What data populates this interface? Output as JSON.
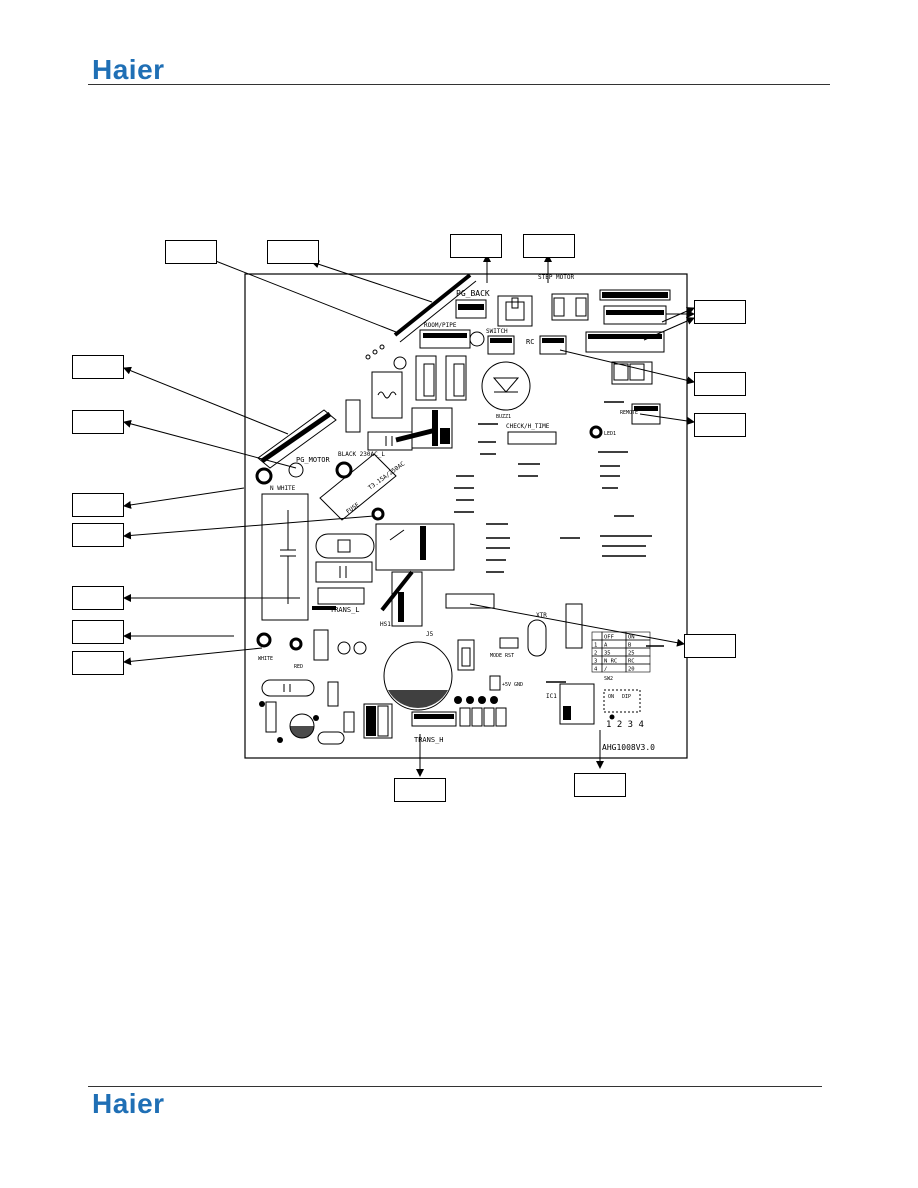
{
  "header": {
    "brand": "Haier"
  },
  "footer": {
    "brand": "Haier"
  },
  "colors": {
    "brand": "#1f6fb5",
    "line": "#000000"
  },
  "board": {
    "labels": {
      "pg_back": "PG_BACK",
      "room_pipe": "ROOM/PIPE",
      "step_motor": "STEP MOTOR",
      "switch": "SWITCH",
      "rc": "RC",
      "pg_motor": "PG_MOTOR",
      "black_230": "BLACK 230AC_L",
      "fuse": "FUSE",
      "t3_15a": "T3.15A/250AC",
      "trans_l": "TRANS_L",
      "trans_h": "TRANS_H",
      "check_h_time": "CHECK/H_TIME",
      "remote": "REMOTE",
      "led1": "LED1",
      "buzz1": "BUZZ1",
      "mode_rst": "MODE RST",
      "plus5v_gnd": "+5V GND",
      "white": "WHITE",
      "red": "RED",
      "n_white": "N WHITE",
      "hs1": "HS1",
      "j5": "J5",
      "sw2": "SW2",
      "xtr": "XTR",
      "ic1": "IC1",
      "version": "AHG1008V3.0",
      "dip_on": "ON",
      "dip_dip": "DIP",
      "dip_nums": "1 2 3 4"
    },
    "sw2_table": {
      "header": [
        "",
        "OFF",
        "ON"
      ],
      "rows": [
        [
          "1",
          "A",
          "B"
        ],
        [
          "2",
          "35",
          "25"
        ],
        [
          "3",
          "N_RC",
          "RC"
        ],
        [
          "4",
          "/",
          "20"
        ]
      ]
    }
  }
}
